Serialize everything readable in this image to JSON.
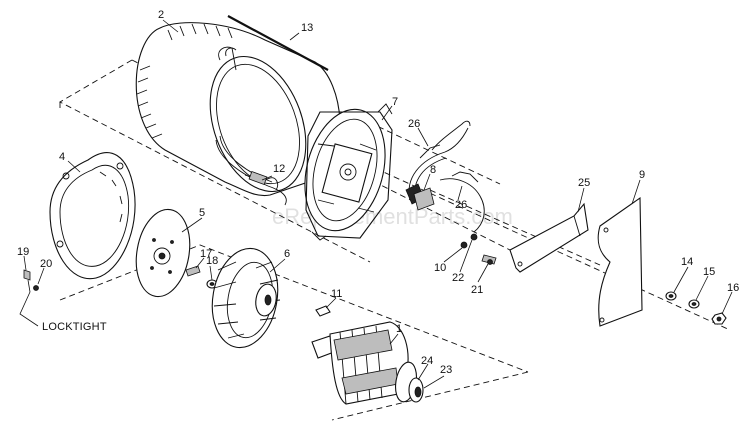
{
  "watermark": "eReplacementParts.com",
  "note": "LOCKTIGHT",
  "callouts": [
    {
      "key": "c2",
      "label": "2"
    },
    {
      "key": "c13",
      "label": "13"
    },
    {
      "key": "c7",
      "label": "7"
    },
    {
      "key": "c26a",
      "label": "26"
    },
    {
      "key": "c4",
      "label": "4"
    },
    {
      "key": "c12",
      "label": "12"
    },
    {
      "key": "c8",
      "label": "8"
    },
    {
      "key": "c26b",
      "label": "26"
    },
    {
      "key": "c25",
      "label": "25"
    },
    {
      "key": "c9",
      "label": "9"
    },
    {
      "key": "c5",
      "label": "5"
    },
    {
      "key": "c19",
      "label": "19"
    },
    {
      "key": "c20",
      "label": "20"
    },
    {
      "key": "c17",
      "label": "17"
    },
    {
      "key": "c18",
      "label": "18"
    },
    {
      "key": "c6",
      "label": "6"
    },
    {
      "key": "c10",
      "label": "10"
    },
    {
      "key": "c22",
      "label": "22"
    },
    {
      "key": "c21",
      "label": "21"
    },
    {
      "key": "c14",
      "label": "14"
    },
    {
      "key": "c15",
      "label": "15"
    },
    {
      "key": "c16",
      "label": "16"
    },
    {
      "key": "c11",
      "label": "11"
    },
    {
      "key": "c1",
      "label": "1"
    },
    {
      "key": "c24",
      "label": "24"
    },
    {
      "key": "c23",
      "label": "23"
    }
  ]
}
